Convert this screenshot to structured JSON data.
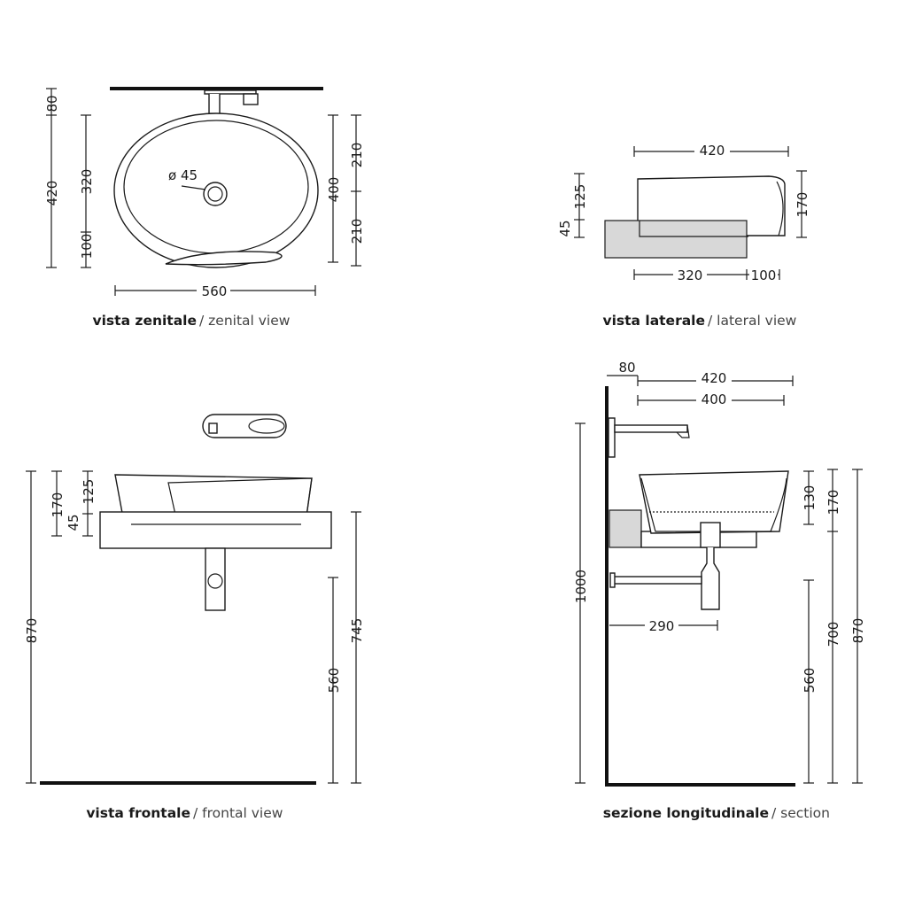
{
  "views": {
    "zenital": {
      "caption_bold": "vista zenitale",
      "caption_light": " / zenital view",
      "dims": {
        "d80": "80",
        "d420": "420",
        "d320": "320",
        "d100": "100",
        "d400": "400",
        "d210a": "210",
        "d210b": "210",
        "d560": "560",
        "hole": "ø 45"
      }
    },
    "lateral": {
      "caption_bold": "vista laterale",
      "caption_light": " / lateral view",
      "dims": {
        "d420": "420",
        "d125": "125",
        "d45": "45",
        "d170": "170",
        "d320": "320",
        "d100": "100"
      }
    },
    "frontal": {
      "caption_bold": "vista frontale",
      "caption_light": " / frontal view",
      "dims": {
        "d170": "170",
        "d125": "125",
        "d45": "45",
        "d870": "870",
        "d560": "560",
        "d745": "745"
      }
    },
    "section": {
      "caption_bold": "sezione longitudinale",
      "caption_light": " / section",
      "dims": {
        "d80": "80",
        "d420": "420",
        "d400": "400",
        "d1000": "1000",
        "d130": "130",
        "d170": "170",
        "d290": "290",
        "d560": "560",
        "d700": "700",
        "d870": "870"
      }
    }
  }
}
